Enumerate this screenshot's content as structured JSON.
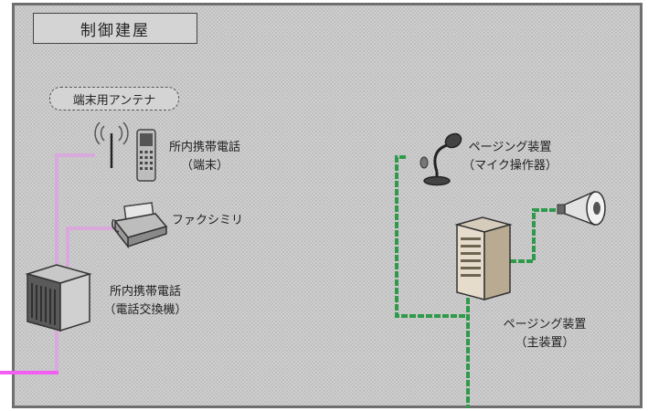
{
  "building_title": "制御建屋",
  "antenna_label": "端末用アンテナ",
  "handset": {
    "line1": "所内携帯電話",
    "line2": "（端末）"
  },
  "fax": {
    "label": "ファクシミリ"
  },
  "exchange": {
    "line1": "所内携帯電話",
    "line2": "（電話交換機）"
  },
  "paging_mic": {
    "line1": "ページング装置",
    "line2": "（マイク操作器）"
  },
  "paging_main": {
    "line1": "ページング装置",
    "line2": "（主装置）"
  },
  "colors": {
    "phone_line": "#d9a8dc",
    "external_line": "#f25ef2",
    "paging_line": "#2f9a4a",
    "frame_border": "#6f6f6f"
  }
}
